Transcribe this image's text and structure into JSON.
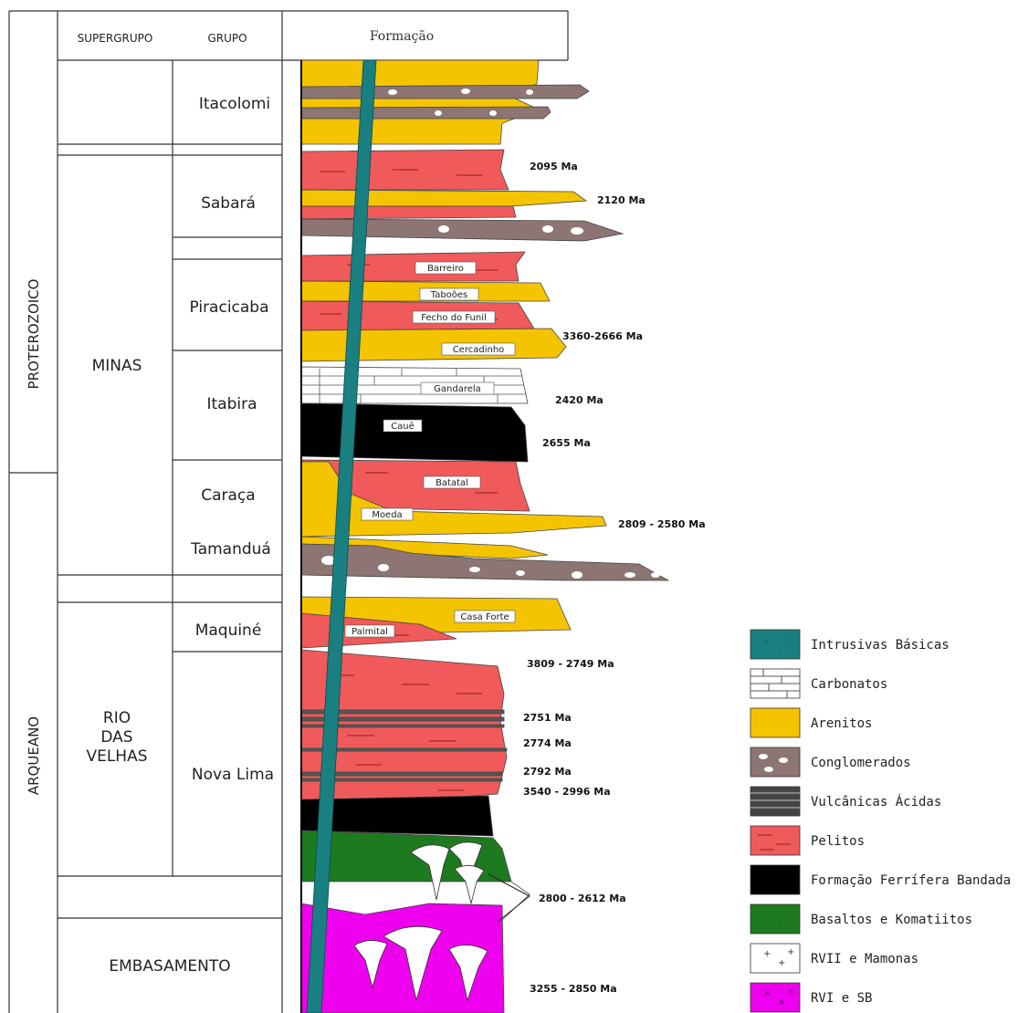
{
  "headers": {
    "supergrupo": "SUPERGRUPO",
    "grupo": "GRUPO",
    "formacao": "Formação"
  },
  "eons": {
    "proterozoico": "PROTEROZOICO",
    "arqueano": "ARQUEANO"
  },
  "supergroups": {
    "minas": "MINAS",
    "rio_das_velhas_1": "RIO",
    "rio_das_velhas_2": "DAS",
    "rio_das_velhas_3": "VELHAS",
    "embasamento": "EMBASAMENTO"
  },
  "groups": {
    "itacolomi": "Itacolomi",
    "sabara": "Sabará",
    "piracicaba": "Piracicaba",
    "itabira": "Itabira",
    "caraca": "Caraça",
    "tamandua": "Tamanduá",
    "maquine": "Maquiné",
    "nova_lima": "Nova Lima"
  },
  "formations": {
    "barreiro": "Barreiro",
    "taboes": "Taboões",
    "fecho": "Fecho do Funil",
    "cercadinho": "Cercadinho",
    "gandarela": "Gandarela",
    "caue": "Cauê",
    "batatal": "Batatal",
    "moeda": "Moeda",
    "casa_forte": "Casa Forte",
    "palmital": "Palmital"
  },
  "ages": {
    "a2095": "2095 Ma",
    "a2120": "2120 Ma",
    "a3360": "3360-2666 Ma",
    "a2420": "2420 Ma",
    "a2655": "2655 Ma",
    "a2809": "2809 - 2580 Ma",
    "a3809": "3809 - 2749 Ma",
    "a2751": "2751 Ma",
    "a2774": "2774 Ma",
    "a2792": "2792 Ma",
    "a3540": "3540 - 2996 Ma",
    "a2800": "2800 - 2612 Ma",
    "a3255": "3255 - 2850 Ma"
  },
  "legend": [
    {
      "key": "intrusivas",
      "label": "Intrusivas Básicas",
      "color": "#1a7f80"
    },
    {
      "key": "carbonatos",
      "label": "Carbonatos",
      "color": "#ffffff"
    },
    {
      "key": "arenitos",
      "label": "Arenitos",
      "color": "#f5c400"
    },
    {
      "key": "conglomerados",
      "label": "Conglomerados",
      "color": "#8c7572"
    },
    {
      "key": "vulcanicas",
      "label": "Vulcânicas Ácidas",
      "color": "#555555"
    },
    {
      "key": "pelitos",
      "label": "Pelitos",
      "color": "#f05a5a"
    },
    {
      "key": "ferrifera",
      "label": "Formação Ferrífera Bandada",
      "color": "#000000"
    },
    {
      "key": "basaltos",
      "label": "Basaltos e Komatiitos",
      "color": "#1e7a1e"
    },
    {
      "key": "rvii",
      "label": "RVII e Mamonas",
      "color": "#ffffff"
    },
    {
      "key": "rvi",
      "label": "RVI e SB",
      "color": "#ee00ee"
    }
  ],
  "colors": {
    "arenito": "#f5c400",
    "pelito": "#f05a5a",
    "conglomerado": "#8c7572",
    "ferrifera": "#000000",
    "basalto": "#1e7a1e",
    "rvi": "#ee00ee",
    "intrusiva": "#1a7f80"
  }
}
